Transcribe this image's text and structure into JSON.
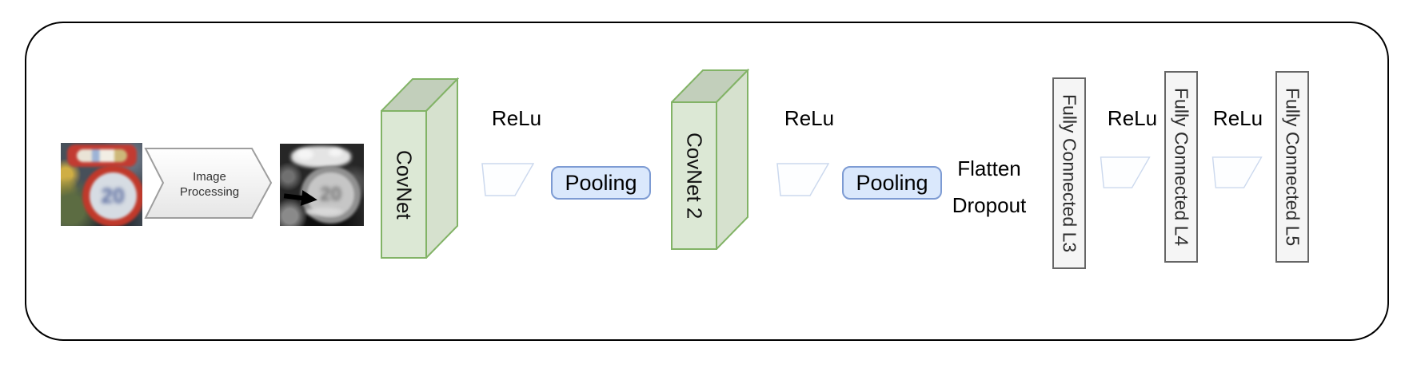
{
  "diagram_type": "cnn-architecture-pipeline",
  "nodes": {
    "image_processing": {
      "label": "Image Processing"
    },
    "conv1": {
      "label": "CovNet"
    },
    "relu1": {
      "label": "ReLu"
    },
    "pool1": {
      "label": "Pooling"
    },
    "conv2": {
      "label": "CovNet 2"
    },
    "relu2": {
      "label": "ReLu"
    },
    "pool2": {
      "label": "Pooling"
    },
    "flatten": {
      "label": "Flatten"
    },
    "dropout": {
      "label": "Dropout"
    },
    "fc3": {
      "label": "Fully Connected L3"
    },
    "relu3": {
      "label": "ReLu"
    },
    "fc4": {
      "label": "Fully Connected L4"
    },
    "relu4": {
      "label": "ReLu"
    },
    "fc5": {
      "label": "Fully Connected L5"
    }
  },
  "images": {
    "color_input": {
      "sign_digits": "20"
    },
    "grayscale_processed": {
      "sign_digits": "20"
    }
  },
  "colors": {
    "frame_stroke": "#000000",
    "conv_fill_front": "#dce8d5",
    "conv_fill_top": "#c2cfbb",
    "conv_fill_side": "#d6e1ce",
    "conv_stroke": "#82b366",
    "pool_fill": "#dae8fc",
    "pool_stroke": "#7d9bd3",
    "fc_fill": "#f5f5f5",
    "fc_stroke": "#666666",
    "trapezoid_stroke": "#ccd9ee",
    "chevron_stroke": "#9e9e9e"
  }
}
